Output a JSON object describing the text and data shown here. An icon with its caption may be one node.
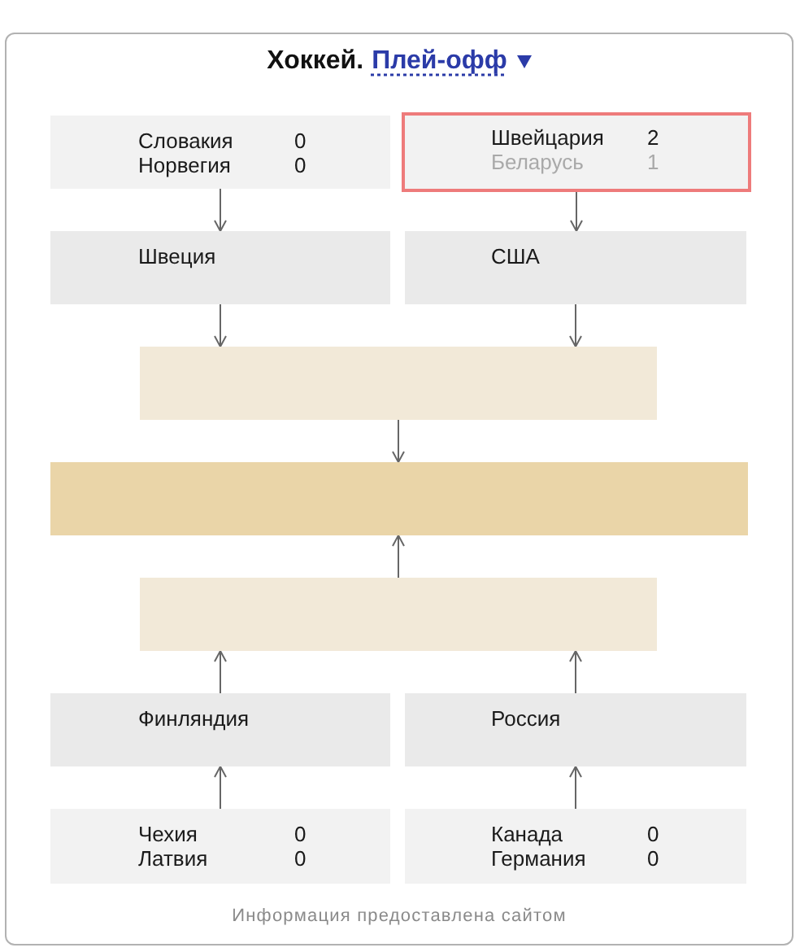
{
  "diagram": {
    "title": "Хоккей.",
    "nodes": [
      {
        "text": [
          "Словакия",
          "0",
          "Норвегия",
          "0"
        ]
      },
      {
        "text": [
          "Швейцария",
          "2",
          "Беларусь",
          "1"
        ]
      },
      {
        "text": [
          "Швеция"
        ]
      },
      {
        "text": [
          "США"
        ]
      },
      {
        "text": [],
        "shape": "box"
      },
      {
        "text": [],
        "shape": "box"
      },
      {
        "text": [],
        "shape": "box"
      },
      {
        "text": [
          "Финляндия"
        ]
      },
      {
        "text": [
          "Россия"
        ]
      },
      {
        "text": [
          "Чехия",
          "0",
          "Латвия",
          "0"
        ]
      },
      {
        "text": [
          "Канада",
          "0",
          "Германия",
          "0"
        ]
      }
    ],
    "edges": [
      {
        "from": 0,
        "to": 2,
        "arrow": "to"
      },
      {
        "from": 1,
        "to": 3,
        "arrow": "to"
      },
      {
        "from": 2,
        "to": 4,
        "arrow": "to"
      },
      {
        "from": 3,
        "to": 4,
        "arrow": "to"
      },
      {
        "from": 4,
        "to": 5,
        "arrow": "to"
      },
      {
        "from": 6,
        "to": 5,
        "arrow": "to"
      },
      {
        "from": 7,
        "to": 6,
        "arrow": "to"
      },
      {
        "from": 8,
        "to": 6,
        "arrow": "to"
      },
      {
        "from": 9,
        "to": 7,
        "arrow": "to"
      },
      {
        "from": 10,
        "to": 8,
        "arrow": "to"
      }
    ],
    "labels": [
      "Плей-офф",
      "Информация предоставлена сайтом"
    ]
  }
}
